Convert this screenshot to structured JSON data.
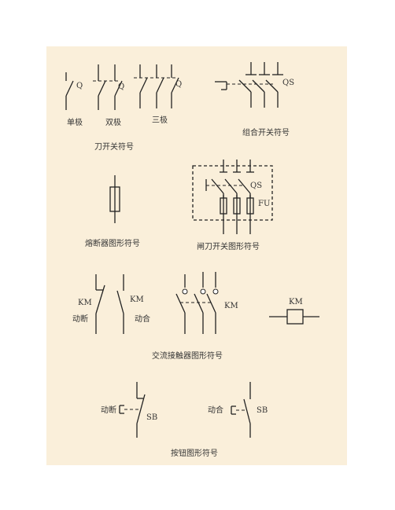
{
  "knife_switch": {
    "single_code": "Q",
    "double_code": "Q",
    "triple_code": "Q",
    "single_label": "单极",
    "double_label": "双极",
    "triple_label": "三极",
    "caption": "刀开关符号"
  },
  "combination_switch": {
    "code": "QS",
    "caption": "组合开关符号"
  },
  "fuse": {
    "caption": "熔断器图形符号"
  },
  "fused_disconnect": {
    "switch_code": "QS",
    "fuse_code": "FU",
    "caption": "闸刀开关图形符号"
  },
  "contactor": {
    "nc_code": "KM",
    "nc_label": "动断",
    "no_code": "KM",
    "no_label": "动合",
    "main_code": "KM",
    "coil_code": "KM",
    "caption": "交流接触器图形符号"
  },
  "button": {
    "nc_label": "动断",
    "nc_code": "SB",
    "no_label": "动合",
    "no_code": "SB",
    "caption": "按钮图形符号"
  }
}
